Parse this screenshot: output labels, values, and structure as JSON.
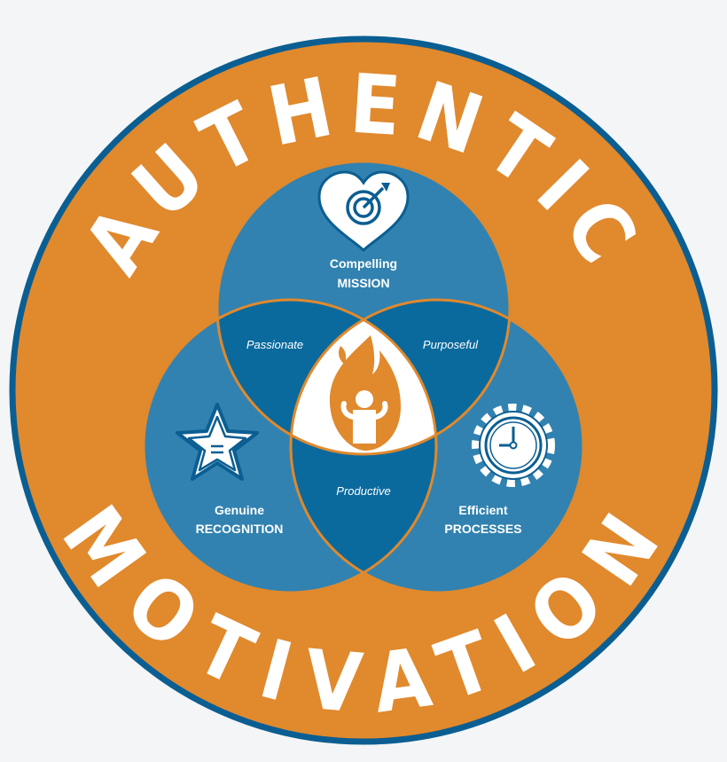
{
  "title_top": "AUTHENTIC",
  "title_bottom": "MOTIVATION",
  "circles": {
    "top": {
      "line1": "Compelling",
      "line2": "MISSION",
      "icon": "heart-target-icon"
    },
    "left": {
      "line1": "Genuine",
      "line2": "RECOGNITION",
      "icon": "star-icon"
    },
    "right": {
      "line1": "Efficient",
      "line2": "PROCESSES",
      "icon": "gear-clock-icon"
    }
  },
  "overlaps": {
    "top_left": "Passionate",
    "top_right": "Purposeful",
    "bottom": "Productive"
  },
  "center": {
    "icon": "flame-person-icon"
  },
  "colors": {
    "background": "#F4F5F6",
    "ring": "#E0892D",
    "ring_border": "#0B5E92",
    "circle": "#3182B0",
    "overlap": "#0A6A9E",
    "center": "#FFFFFF",
    "outline": "#E0892D"
  }
}
